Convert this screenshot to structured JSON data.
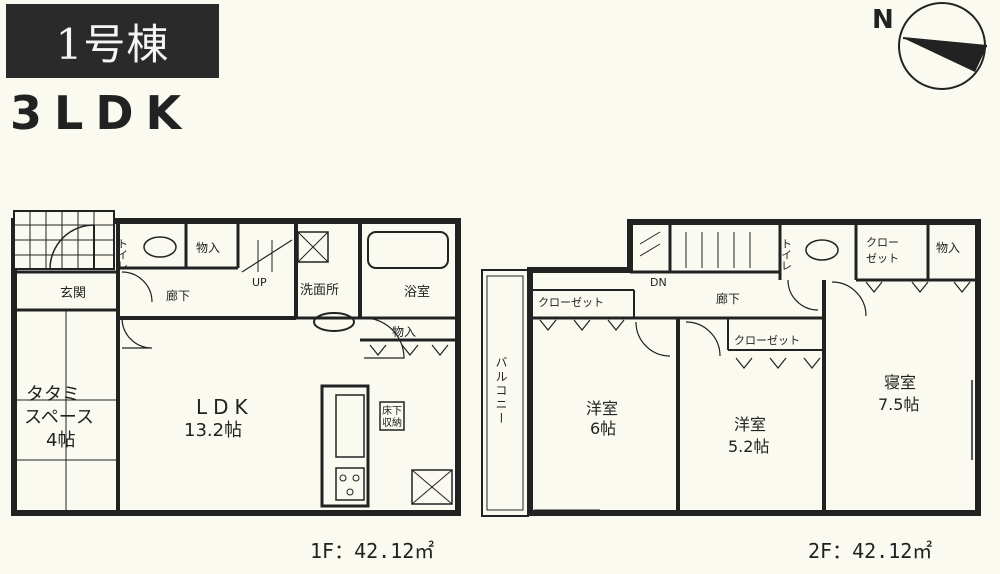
{
  "header": {
    "building": "1号棟",
    "plan_type": "3LDK"
  },
  "compass": {
    "north_label": "N"
  },
  "floor1": {
    "area_label": "1F：42.12㎡",
    "rooms": {
      "toilet": "トイレ",
      "storage": "物入",
      "corridor": "廊下",
      "up": "UP",
      "washroom": "洗面所",
      "bathroom": "浴室",
      "storage2": "物入",
      "entrance": "玄関",
      "tatami_name": "タタミ",
      "tatami_name2": "スペース",
      "tatami_size": "4帖",
      "ldk_name": "LDK",
      "ldk_size": "13.2帖",
      "underfloor": "床下",
      "underfloor2": "収納"
    }
  },
  "floor2": {
    "area_label": "2F：42.12㎡",
    "rooms": {
      "balcony": "バルコニー",
      "closet_a": "クローゼット",
      "dn": "DN",
      "corridor": "廊下",
      "toilet": "トイレ",
      "closet_b": "クロー",
      "closet_b2": "ゼット",
      "storage": "物入",
      "closet_c": "クローゼット",
      "western1_name": "洋室",
      "western1_size": "6帖",
      "western2_name": "洋室",
      "western2_size": "5.2帖",
      "master_name": "寝室",
      "master_size": "7.5帖"
    }
  }
}
